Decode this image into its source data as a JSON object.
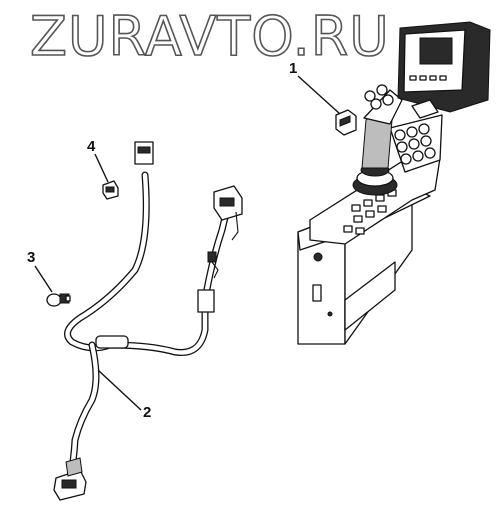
{
  "watermark": "ZURAVTO.RU",
  "callouts": [
    {
      "id": "callout-1",
      "label": "1"
    },
    {
      "id": "callout-2",
      "label": "2"
    },
    {
      "id": "callout-3",
      "label": "3"
    },
    {
      "id": "callout-4",
      "label": "4"
    }
  ]
}
